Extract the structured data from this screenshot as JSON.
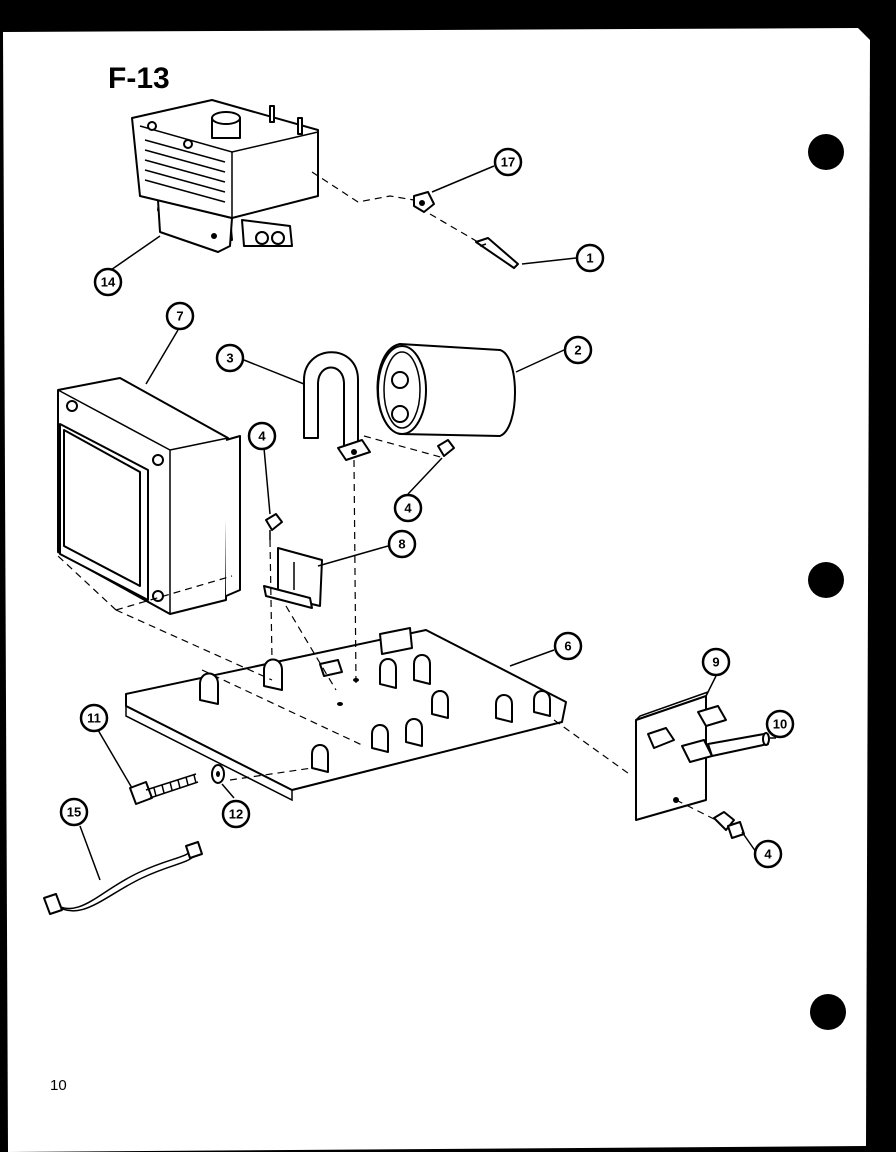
{
  "diagram": {
    "title": "F-13",
    "page_number": "10"
  },
  "callouts": {
    "c1": "1",
    "c2": "2",
    "c3": "3",
    "c4a": "4",
    "c4b": "4",
    "c4c": "4",
    "c6": "6",
    "c7": "7",
    "c8": "8",
    "c9": "9",
    "c10": "10",
    "c11": "11",
    "c12": "12",
    "c14": "14",
    "c15": "15",
    "c17": "17"
  }
}
